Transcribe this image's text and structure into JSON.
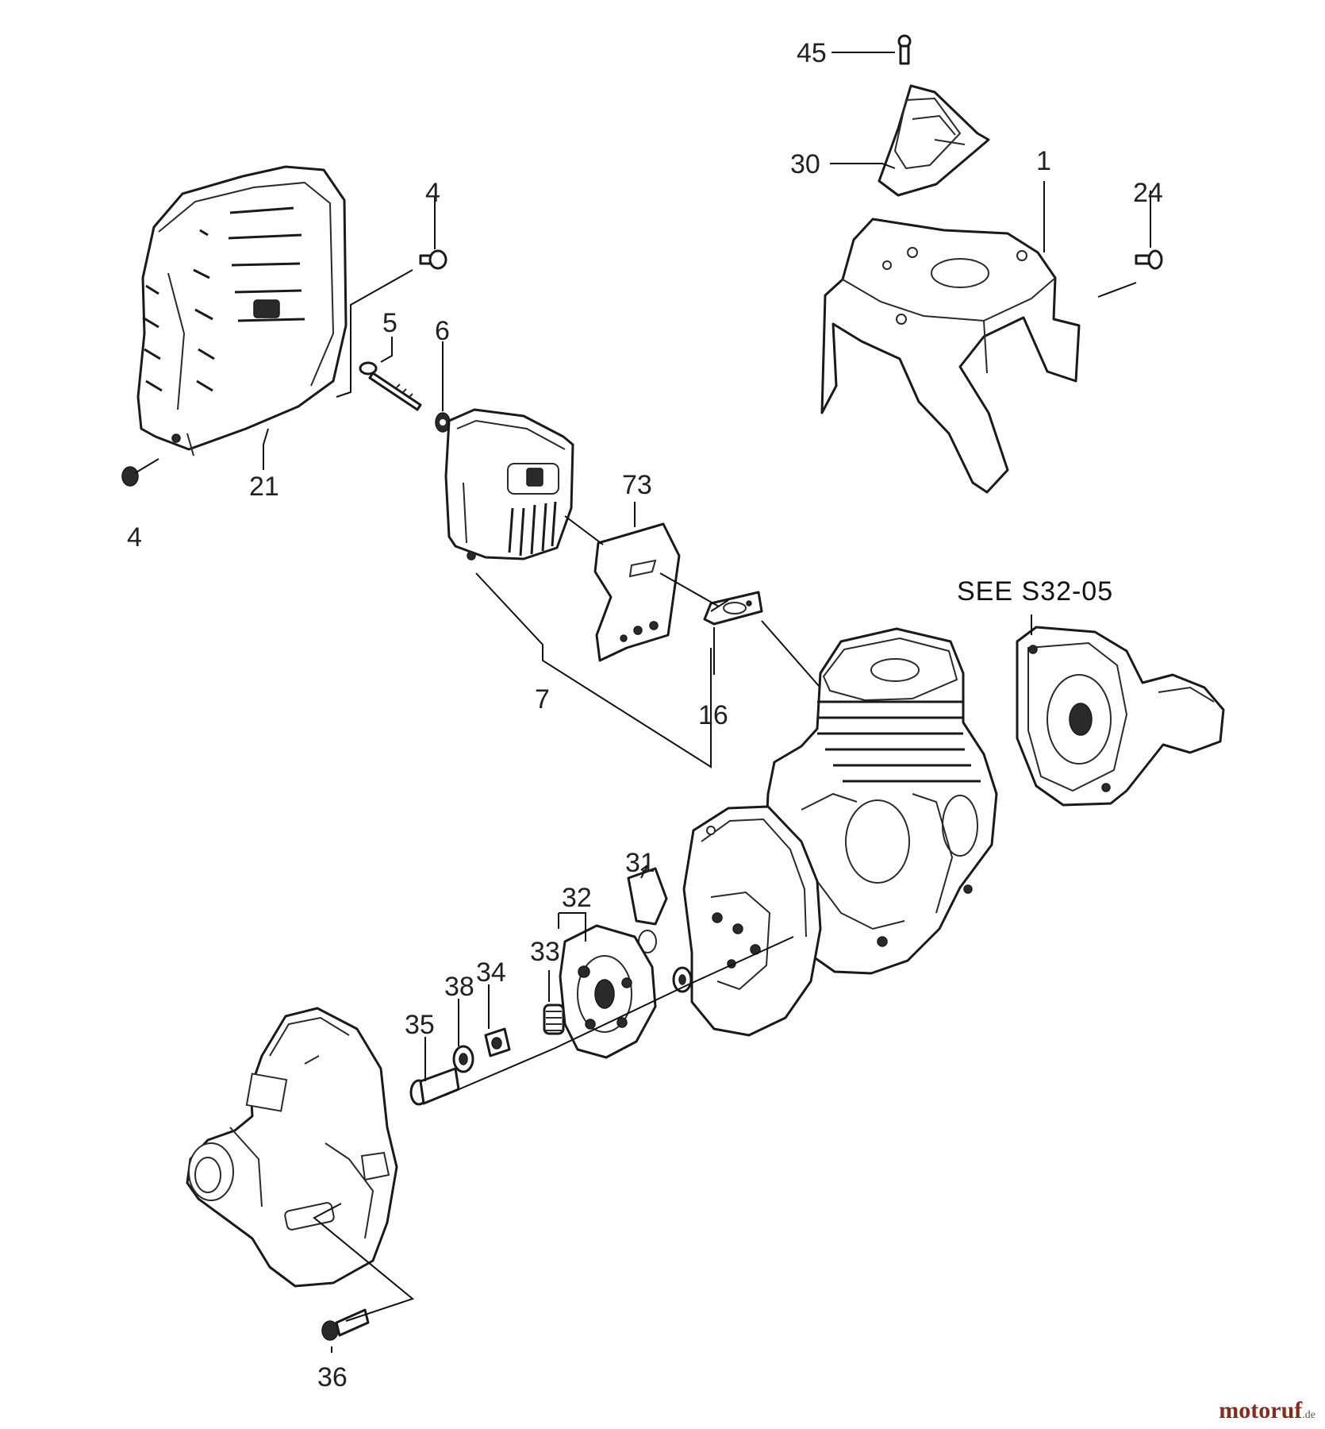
{
  "diagram": {
    "callouts": {
      "c45": "45",
      "c30": "30",
      "c1": "1",
      "c24": "24",
      "c4_top": "4",
      "c4_bottom": "4",
      "c5": "5",
      "c6": "6",
      "c21": "21",
      "c73": "73",
      "c7": "7",
      "c16": "16",
      "c31": "31",
      "c32": "32",
      "c33": "33",
      "c34": "34",
      "c38": "38",
      "c35": "35",
      "c36": "36"
    },
    "reference_note": "SEE S32-05"
  },
  "watermark": {
    "name": "motoruf",
    "suffix": ".de"
  }
}
